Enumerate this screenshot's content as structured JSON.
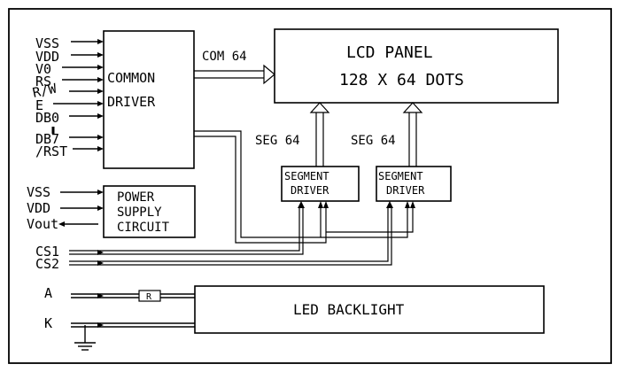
{
  "common_driver": {
    "line1": "COMMON",
    "line2": "DRIVER"
  },
  "common_inputs": [
    "VSS",
    "VDD",
    "V0",
    "RS",
    "R/W",
    "E",
    "DB0",
    "DB7",
    "/RST"
  ],
  "lcd_panel": {
    "line1": "LCD PANEL",
    "line2": "128 X 64 DOTS"
  },
  "com_label": "COM 64",
  "seg_labels": [
    "SEG 64",
    "SEG 64"
  ],
  "segment_driver": {
    "line1": "SEGMENT",
    "line2": "DRIVER"
  },
  "power_inputs": [
    "VSS",
    "VDD",
    "Vout"
  ],
  "power_supply": {
    "line1": "POWER",
    "line2": "SUPPLY",
    "line3": "CIRCUIT"
  },
  "chip_selects": [
    "CS1",
    "CS2"
  ],
  "backlight_inputs": [
    "A",
    "K"
  ],
  "resistor_label": "R",
  "led_backlight": "LED BACKLIGHT"
}
